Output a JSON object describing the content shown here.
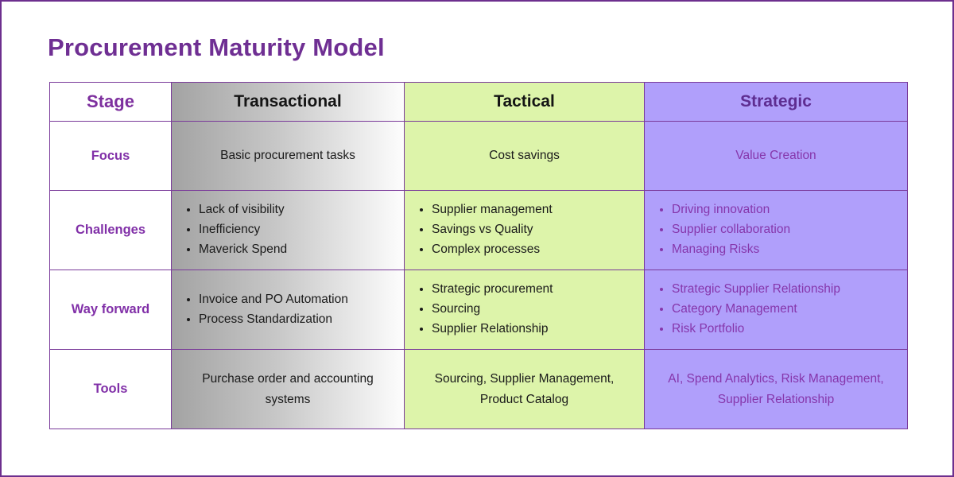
{
  "title": "Procurement Maturity Model",
  "colors": {
    "title_purple": "#6f2f93",
    "border_purple": "#7a3a9a",
    "stage_label_purple": "#8130a8",
    "transactional_gradient_start": "#a3a3a3",
    "transactional_gradient_end": "#fdfdfd",
    "tactical_green": "#ddf4aa",
    "strategic_lavender": "#b09ffb",
    "strategic_text_purple": "#8636ab",
    "strategic_header_purple": "#5e2d91"
  },
  "table": {
    "stage_header": "Stage",
    "column_headers": [
      "Transactional",
      "Tactical",
      "Strategic"
    ],
    "rows": [
      {
        "label": "Focus",
        "transactional": {
          "text": "Basic procurement tasks"
        },
        "tactical": {
          "text": "Cost savings"
        },
        "strategic": {
          "text": "Value Creation"
        }
      },
      {
        "label": "Challenges",
        "transactional": {
          "items": [
            "Lack of visibility",
            "Inefficiency",
            "Maverick Spend"
          ]
        },
        "tactical": {
          "items": [
            "Supplier management",
            "Savings vs Quality",
            "Complex processes"
          ]
        },
        "strategic": {
          "items": [
            "Driving innovation",
            "Supplier collaboration",
            "Managing Risks"
          ]
        }
      },
      {
        "label": "Way forward",
        "transactional": {
          "items": [
            "Invoice and PO Automation",
            "Process Standardization"
          ]
        },
        "tactical": {
          "items": [
            "Strategic procurement",
            "Sourcing",
            "Supplier Relationship"
          ]
        },
        "strategic": {
          "items": [
            "Strategic Supplier Relationship",
            "Category Management",
            "Risk Portfolio"
          ]
        }
      },
      {
        "label": "Tools",
        "transactional": {
          "text": "Purchase order and accounting systems"
        },
        "tactical": {
          "text": "Sourcing, Supplier Management, Product Catalog"
        },
        "strategic": {
          "text": "AI, Spend Analytics, Risk Management, Supplier Relationship"
        }
      }
    ]
  }
}
